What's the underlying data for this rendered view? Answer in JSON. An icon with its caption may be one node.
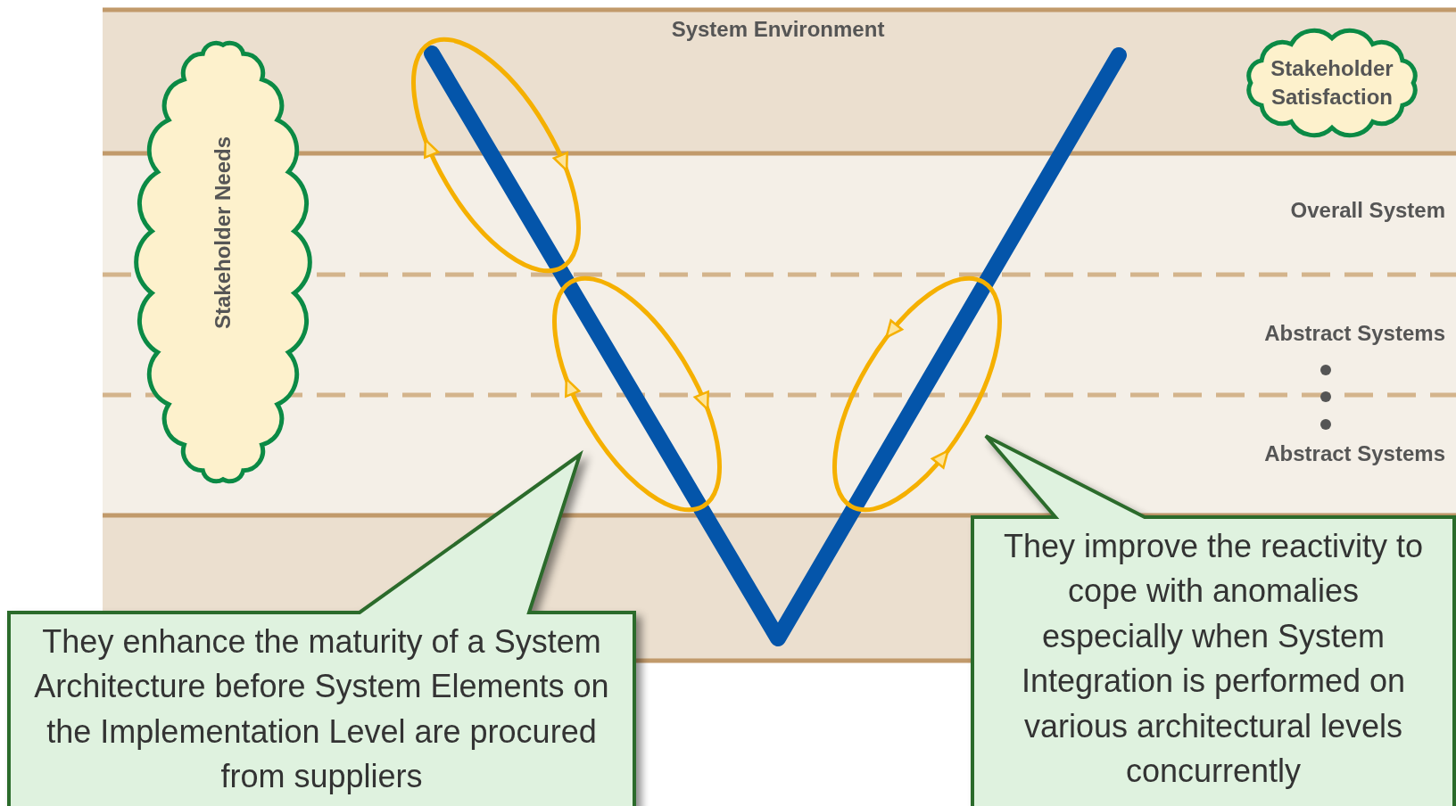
{
  "diagram": {
    "nodes": [
      {
        "text": [
          "System Environment"
        ]
      },
      {
        "text": [
          "Overall System"
        ]
      },
      {
        "text": [
          "Abstract Systems"
        ]
      },
      {
        "text": [
          "Abstract Systems"
        ]
      },
      {
        "text": [
          "Stakeholder Needs"
        ]
      },
      {
        "text": [
          "Stakeholder Satisfaction"
        ]
      },
      {
        "text": [
          "They enhance the maturity of a System Architecture before System Elements on the Implementation Level are procured from suppliers"
        ]
      },
      {
        "text": [
          "They improve the reactivity to cope with anomalies especially when System Integration is performed on various architectural levels  concurrently"
        ]
      }
    ],
    "edges": []
  }
}
